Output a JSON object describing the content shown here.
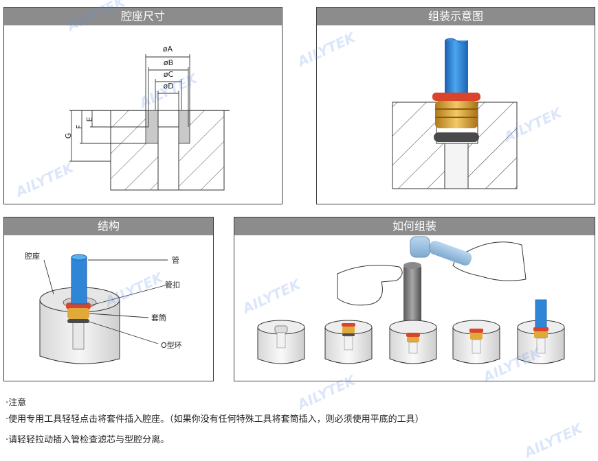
{
  "panels": {
    "cavity": {
      "title": "腔座尺寸"
    },
    "assembly": {
      "title": "组装示意图"
    },
    "structure": {
      "title": "结构"
    },
    "howto": {
      "title": "如何组装"
    }
  },
  "dimensions": {
    "a": "øA",
    "b": "øB",
    "c": "øC",
    "d": "øD",
    "e": "E",
    "f": "F",
    "g": "G"
  },
  "structure_labels": {
    "cavity": "腔座",
    "tube": "管",
    "tube_clip": "管扣",
    "sleeve": "套筒",
    "oring": "O型环"
  },
  "notes": {
    "title": "·注意",
    "line1": "·使用专用工具轻轻点击将套件插入腔座。（如果你没有任何特殊工具将套筒插入，则必须使用平底的工具）",
    "line2": "·请轻轻拉动插入管检查滤芯与型腔分离。"
  },
  "watermark": {
    "text": "AILYTEK"
  },
  "colors": {
    "title_bar": "#8c8c8c",
    "tube_blue": "#2f86d6",
    "clip_red": "#d9442a",
    "sleeve_gold": "#e0a93a",
    "oring_dark": "#4a4a4a"
  }
}
